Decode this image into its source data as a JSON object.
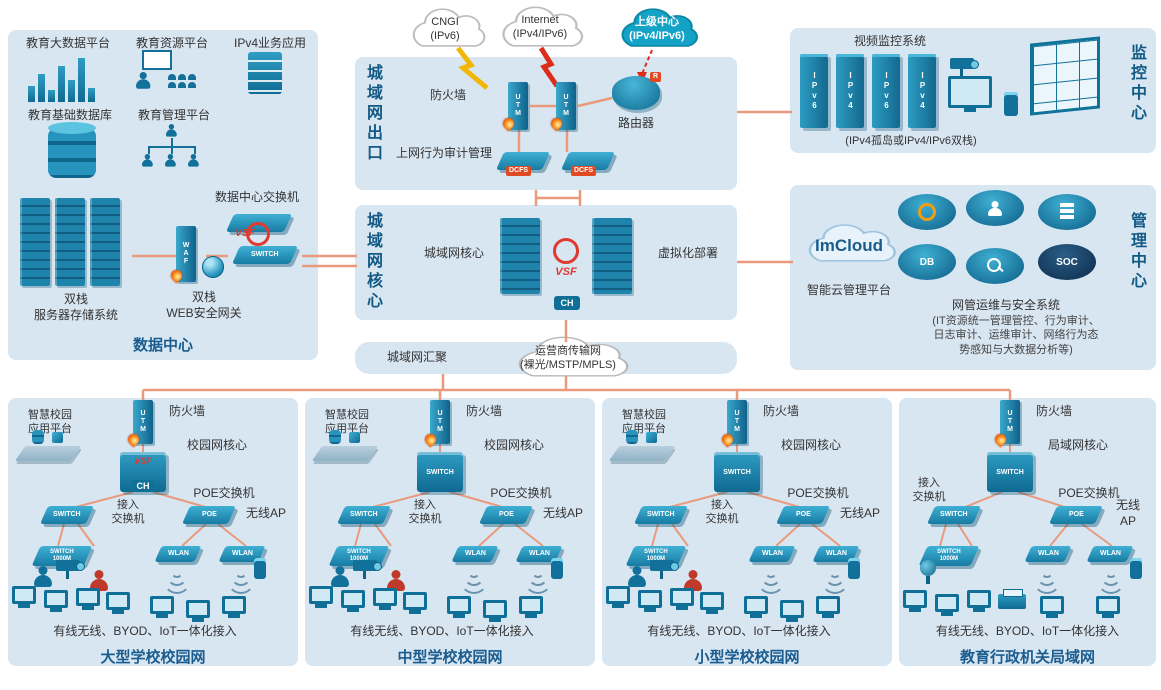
{
  "clouds": {
    "cngi": "CNGI\n(IPv6)",
    "internet": "Internet\n(IPv4/IPv6)",
    "upper": "上级中心\n(IPv4/IPv6)",
    "carrier": "运营商传输网\n(裸光/MSTP/MPLS)"
  },
  "exit": {
    "title": "城域网出口",
    "firewall": "防火墙",
    "audit": "上网行为审计管理",
    "router": "路由器",
    "utm": "UTM",
    "dcfs": "DCFS",
    "router_badge": "R"
  },
  "core": {
    "title": "城域网核心",
    "label": "城域网核心",
    "virtualization": "虚拟化部署",
    "vsf": "VSF",
    "ch": "CH"
  },
  "datacenter": {
    "title": "数据中心",
    "big_data": "教育大数据平台",
    "resource": "教育资源平台",
    "ipv4_apps": "IPv4业务应用",
    "database": "教育基础数据库",
    "mgmt_platform": "教育管理平台",
    "dc_switch": "数据中心交换机",
    "vsf": "VSF",
    "waf": "WAF",
    "storage": "双栈\n服务器存储系统",
    "web_gateway": "双栈\nWEB安全网关"
  },
  "monitoring": {
    "title": "监控中心",
    "video": "视频监控系统",
    "note": "(IPv4孤岛或IPv4/IPv6双栈)",
    "towers": [
      "IPv6",
      "IPv4",
      "IPv6",
      "IPv4"
    ]
  },
  "management": {
    "title": "管理中心",
    "imcloud": "ImCloud",
    "platform": "智能云管理平台",
    "system": "网管运维与安全系统",
    "detail": "(IT资源统一管理管控、行为审计、\n日志审计、运维审计、网络行为态\n势感知与大数据分析等)",
    "db": "DB",
    "soc": "SOC"
  },
  "aggregation": {
    "label": "城域网汇聚"
  },
  "campus_common": {
    "switch": "SWITCH",
    "switch_1000m": "SWITCH\n1000M",
    "poe": "POE",
    "wlan": "WLAN",
    "utm": "UTM"
  },
  "campuses": [
    {
      "title": "大型学校校园网",
      "platform": "智慧校园\n应用平台",
      "firewall": "防火墙",
      "core": "校园网核心",
      "vsf": "VSF",
      "ch": "CH",
      "access": "接入\n交换机",
      "poe_label": "POE交换机",
      "ap": "无线AP",
      "bottom": "有线无线、BYOD、IoT一体化接入"
    },
    {
      "title": "中型学校校园网",
      "platform": "智慧校园\n应用平台",
      "firewall": "防火墙",
      "core": "校园网核心",
      "access": "接入\n交换机",
      "poe_label": "POE交换机",
      "ap": "无线AP",
      "bottom": "有线无线、BYOD、IoT一体化接入"
    },
    {
      "title": "小型学校校园网",
      "platform": "智慧校园\n应用平台",
      "firewall": "防火墙",
      "core": "校园网核心",
      "access": "接入\n交换机",
      "poe_label": "POE交换机",
      "ap": "无线AP",
      "bottom": "有线无线、BYOD、IoT一体化接入"
    },
    {
      "title": "教育行政机关局域网",
      "firewall": "防火墙",
      "core": "局域网核心",
      "access": "接入\n交换机",
      "poe_label": "POE交换机",
      "ap": "无线\nAP",
      "bottom": "有线无线、BYOD、IoT一体化接入"
    }
  ]
}
